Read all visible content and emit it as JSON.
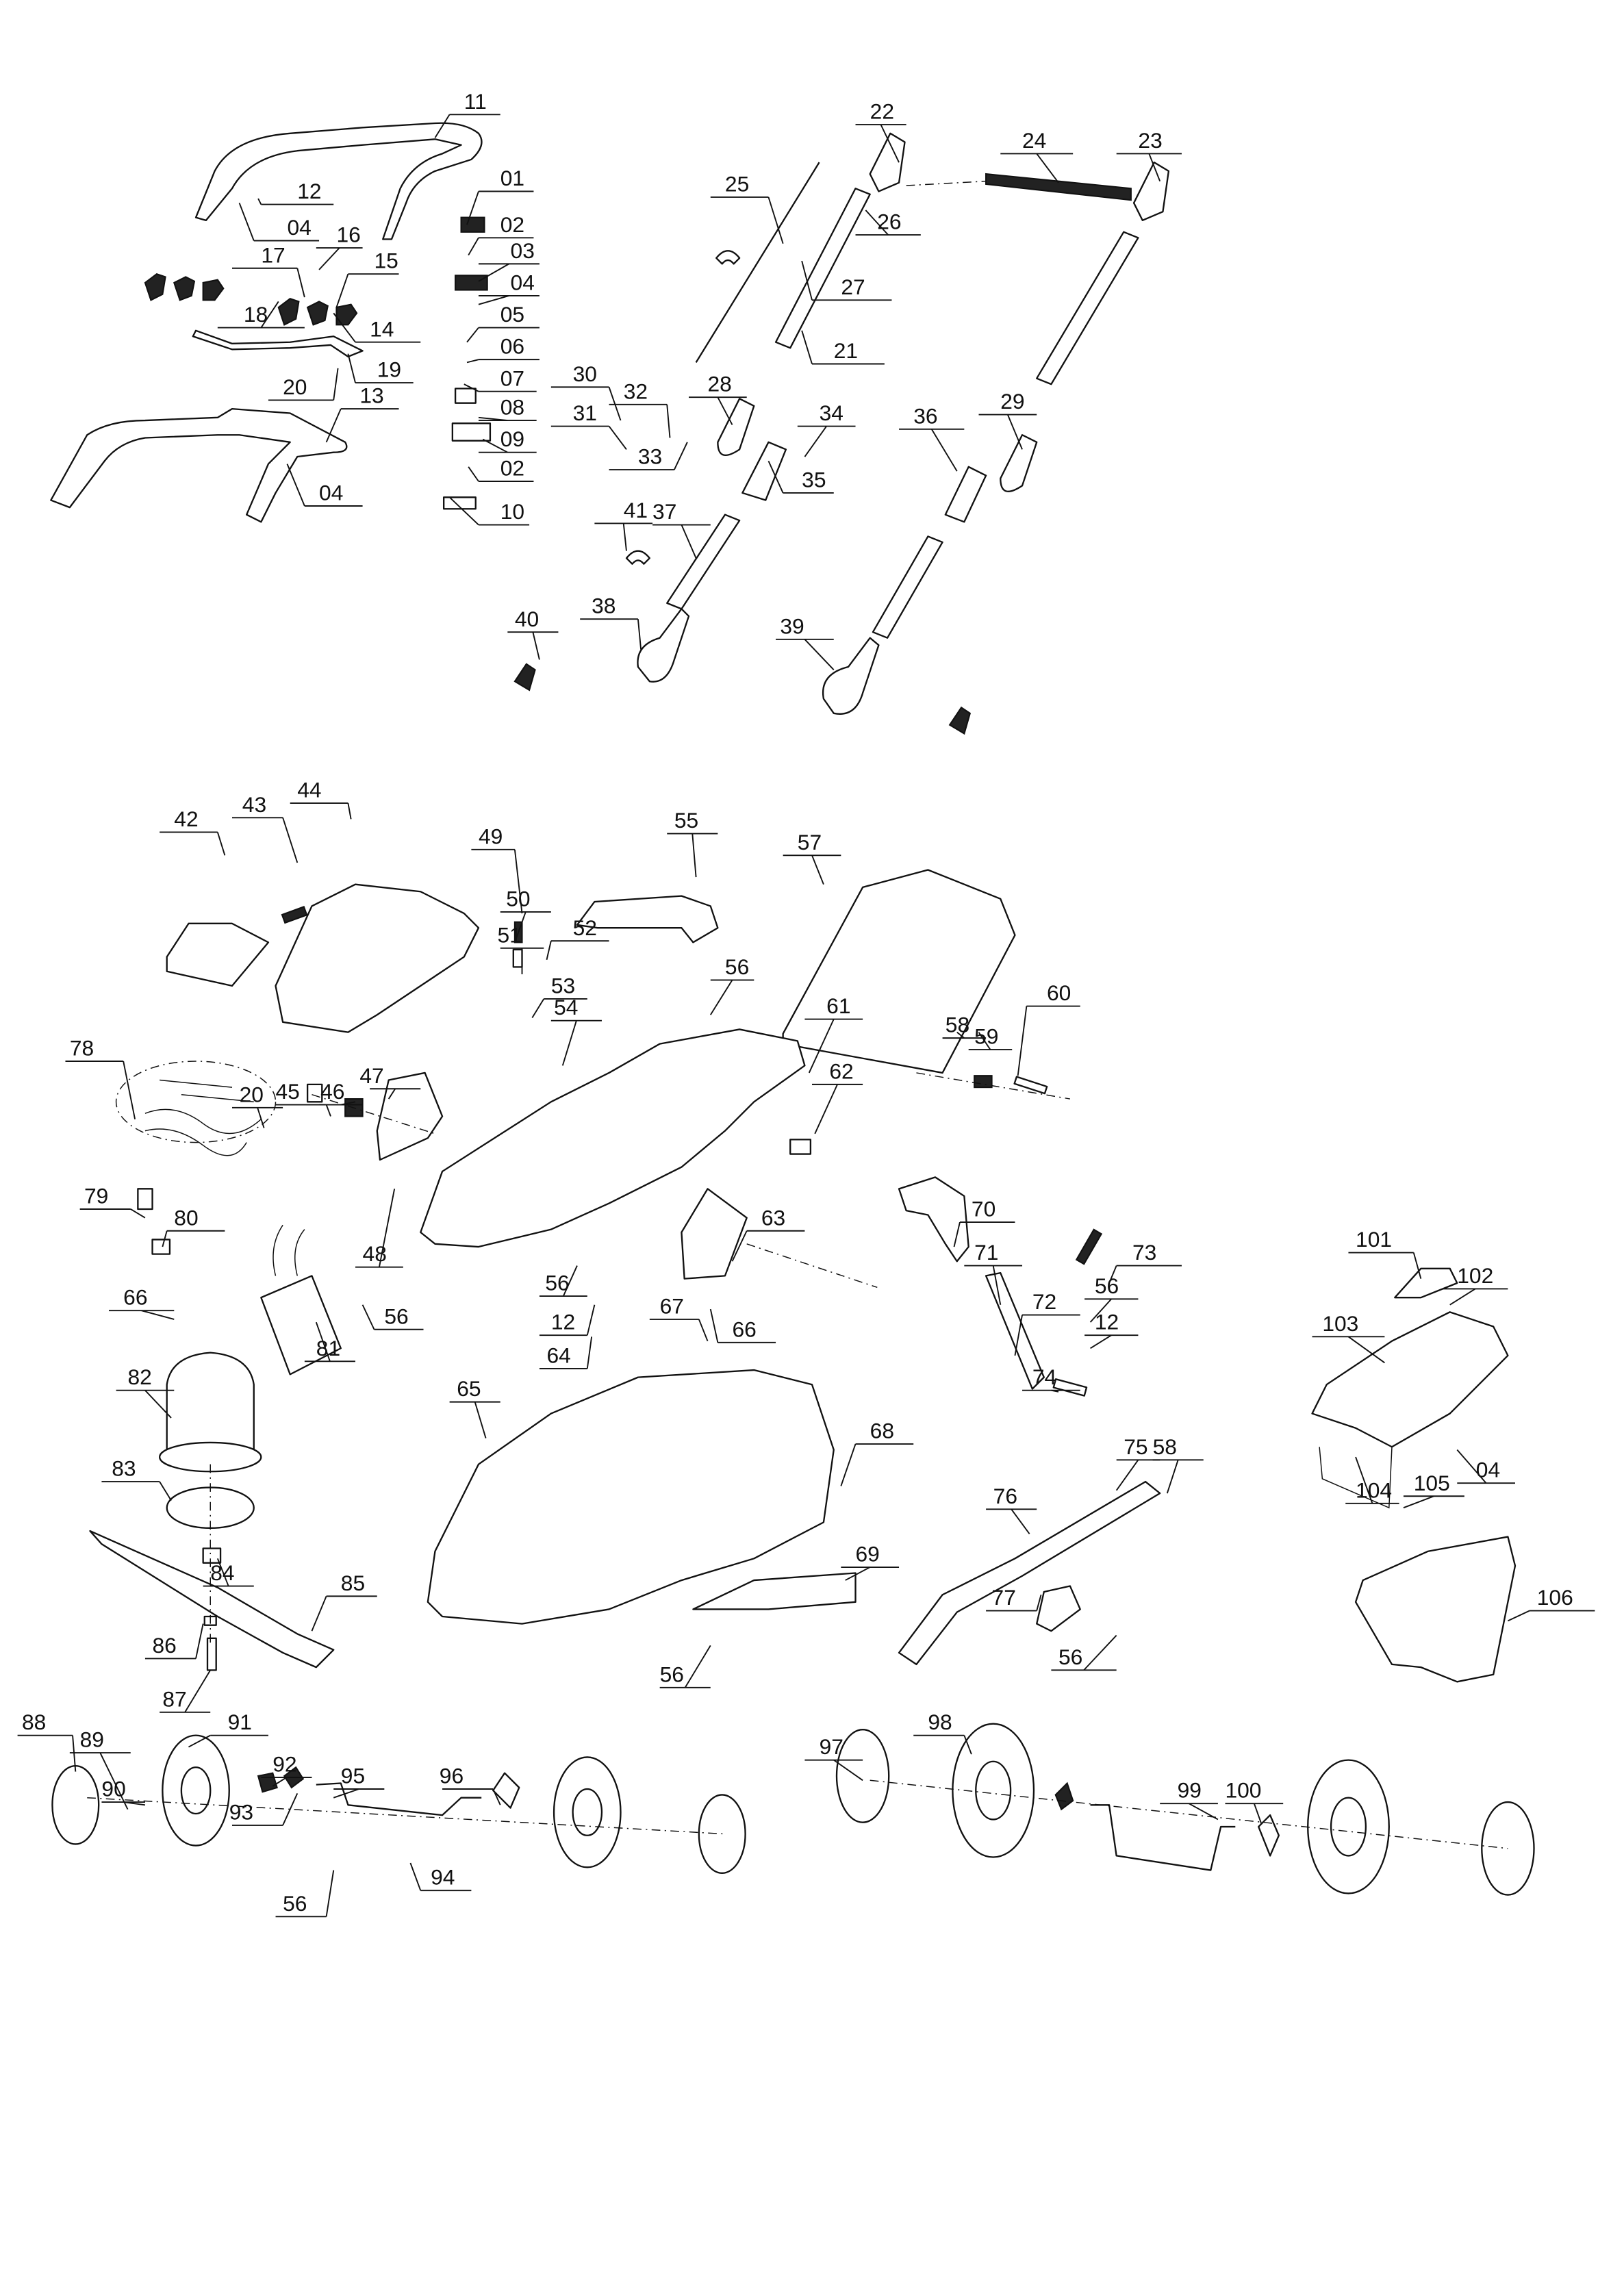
{
  "diagram": {
    "title": "",
    "colors": {
      "ink": "#111111",
      "background": "#ffffff"
    },
    "callouts": [
      "11",
      "12",
      "04",
      "01",
      "02",
      "03",
      "04",
      "05",
      "06",
      "07",
      "08",
      "09",
      "02",
      "10",
      "16",
      "17",
      "15",
      "18",
      "14",
      "19",
      "20",
      "13",
      "04",
      "22",
      "23",
      "24",
      "25",
      "26",
      "27",
      "21",
      "28",
      "29",
      "30",
      "31",
      "32",
      "33",
      "34",
      "35",
      "36",
      "41",
      "37",
      "40",
      "38",
      "39",
      "42",
      "43",
      "44",
      "49",
      "50",
      "51",
      "52",
      "53",
      "55",
      "57",
      "56",
      "54",
      "58",
      "59",
      "60",
      "61",
      "62",
      "78",
      "20",
      "45",
      "46",
      "47",
      "79",
      "80",
      "48",
      "70",
      "71",
      "72",
      "73",
      "56",
      "12",
      "74",
      "63",
      "56",
      "12",
      "64",
      "67",
      "66",
      "81",
      "56",
      "66",
      "82",
      "83",
      "84",
      "85",
      "86",
      "87",
      "65",
      "68",
      "69",
      "56",
      "75",
      "58",
      "76",
      "77",
      "56",
      "101",
      "102",
      "103",
      "104",
      "105",
      "04",
      "106",
      "88",
      "89",
      "90",
      "91",
      "92",
      "93",
      "95",
      "96",
      "94",
      "56",
      "97",
      "98",
      "99",
      "100"
    ]
  }
}
